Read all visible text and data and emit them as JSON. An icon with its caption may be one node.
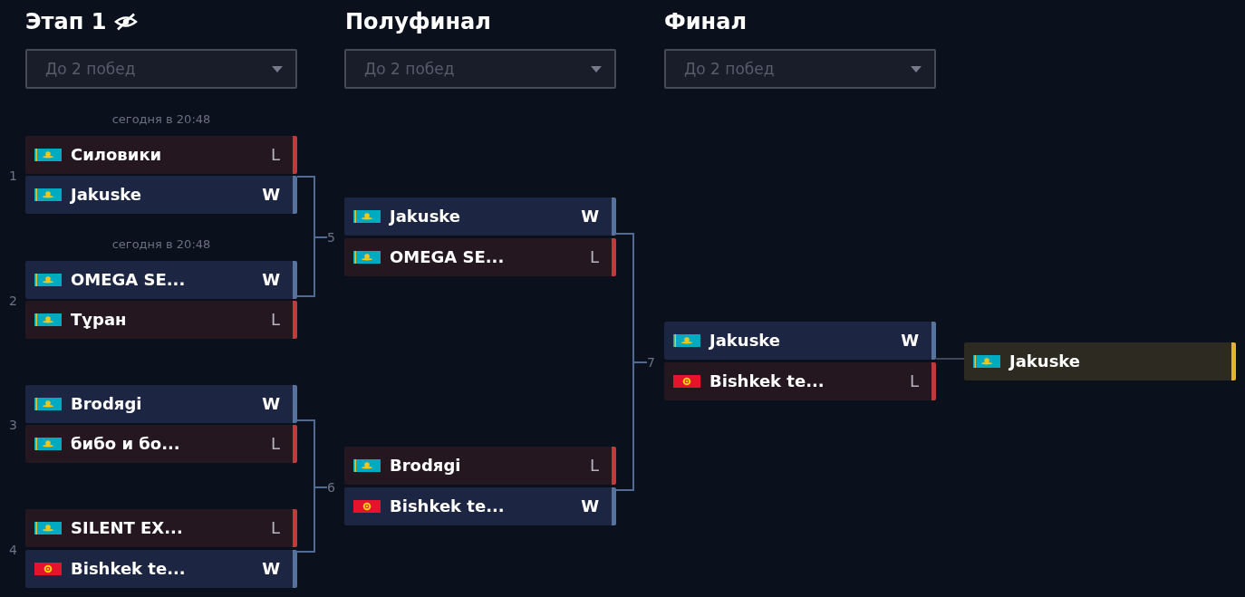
{
  "diagram": {
    "nodes": [
      {
        "text": [
          "Силовики",
          "L"
        ]
      },
      {
        "text": [
          "Jakuske",
          "W"
        ]
      },
      {
        "text": [
          "OMEGA SE...",
          "W"
        ]
      },
      {
        "text": [
          "Тұран",
          "L"
        ]
      },
      {
        "text": [
          "Brodяgi",
          "W"
        ]
      },
      {
        "text": [
          "бибо и бо...",
          "L"
        ]
      },
      {
        "text": [
          "SILENT EX...",
          "L"
        ]
      },
      {
        "text": [
          "Bishkek te...",
          "W"
        ]
      },
      {
        "text": [
          "5"
        ]
      },
      {
        "text": [
          "6"
        ]
      },
      {
        "text": [
          "Jakuske",
          "W"
        ]
      },
      {
        "text": [
          "OMEGA SE...",
          "L"
        ]
      },
      {
        "text": [
          "Brodяgi",
          "L"
        ]
      },
      {
        "text": [
          "Bishkek te...",
          "W"
        ]
      },
      {
        "text": [
          "7"
        ]
      },
      {
        "text": [
          "Jakuske",
          "W"
        ]
      },
      {
        "text": [
          "Bishkek te...",
          "L"
        ]
      },
      {
        "text": [
          "Jakuske"
        ]
      }
    ],
    "edges": [
      {
        "from": 1,
        "to": 8,
        "arrow": "none"
      },
      {
        "from": 2,
        "to": 8,
        "arrow": "none"
      },
      {
        "from": 4,
        "to": 9,
        "arrow": "none"
      },
      {
        "from": 7,
        "to": 9,
        "arrow": "none"
      },
      {
        "from": 10,
        "to": 14,
        "arrow": "none"
      },
      {
        "from": 13,
        "to": 14,
        "arrow": "none"
      },
      {
        "from": 15,
        "to": 17,
        "arrow": "none",
        "color": "#404757"
      }
    ],
    "labels": [
      "Этап 1",
      "Полуфинал",
      "Финал",
      "До 2 побед",
      "До 2 побед",
      "До 2 побед",
      "сегодня в 20:48",
      "1",
      "сегодня в 20:48",
      "2",
      "3",
      "4"
    ]
  }
}
